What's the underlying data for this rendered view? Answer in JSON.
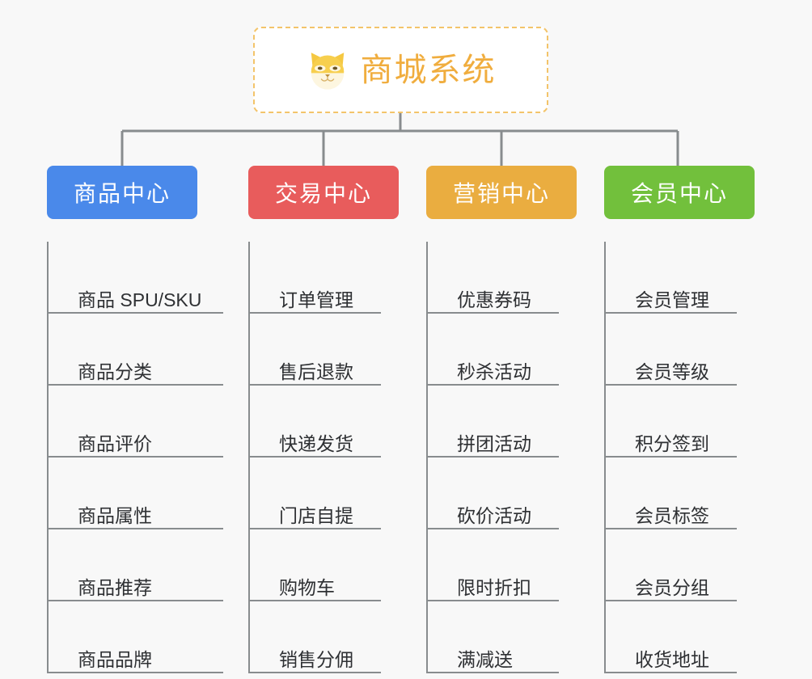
{
  "page": {
    "background": "#f8f8f8",
    "line_color": "#888c8e"
  },
  "root": {
    "title": "商城系统",
    "icon": "shiba-dog-face-icon",
    "border_color": "#f3c46a",
    "text_color": "#f0ad3e"
  },
  "branches": [
    {
      "label": "商品中心",
      "color": "#4a89ea",
      "items": [
        "商品 SPU/SKU",
        "商品分类",
        "商品评价",
        "商品属性",
        "商品推荐",
        "商品品牌"
      ]
    },
    {
      "label": "交易中心",
      "color": "#e85c5c",
      "items": [
        "订单管理",
        "售后退款",
        "快递发货",
        "门店自提",
        "购物车",
        "销售分佣"
      ]
    },
    {
      "label": "营销中心",
      "color": "#eaad40",
      "items": [
        "优惠券码",
        "秒杀活动",
        "拼团活动",
        "砍价活动",
        "限时折扣",
        "满减送"
      ]
    },
    {
      "label": "会员中心",
      "color": "#72c03c",
      "items": [
        "会员管理",
        "会员等级",
        "积分签到",
        "会员标签",
        "会员分组",
        "收货地址"
      ]
    }
  ]
}
